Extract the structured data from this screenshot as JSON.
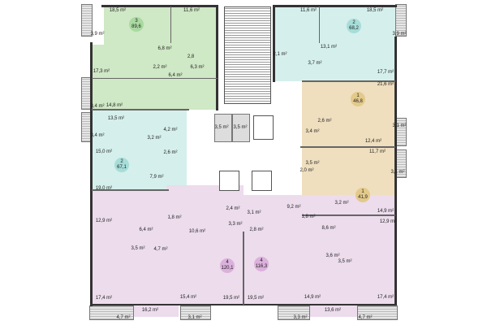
{
  "colors": {
    "apt3": "#cfe8c5",
    "apt2": "#d5efec",
    "apt1": "#efdfbf",
    "apt4": "#ecdcec",
    "wall": "#333333"
  },
  "apartments": [
    {
      "number": "3",
      "area": "89,6"
    },
    {
      "number": "2",
      "area": "67,1"
    },
    {
      "number": "2",
      "area": "68,2"
    },
    {
      "number": "1",
      "area": "46,8"
    },
    {
      "number": "1",
      "area": "41,9"
    },
    {
      "number": "4",
      "area": "120,1"
    },
    {
      "number": "4",
      "area": "116,3"
    }
  ],
  "labels": [
    "18,5 m²",
    "11,6 m²",
    "6,8 m²",
    "2,8",
    "2,2 m²",
    "6,3 m²",
    "6,4 m²",
    "17,3 m²",
    "14,8 m²",
    "3,9 m²",
    "3,4 m²",
    "13,5 m²",
    "3,4 m²",
    "4,2 m²",
    "3,2 m²",
    "2,6 m²",
    "15,0 m²",
    "7,9 m²",
    "19,0 m²",
    "3,5 m²",
    "3,5 m²",
    "11,6 m²",
    "18,5 m²",
    "3,9 m²",
    "13,1 m²",
    "2,1 m²",
    "3,7 m²",
    "17,7 m²",
    "21,6 m²",
    "3,1 m²",
    "2,6 m²",
    "3,4 m²",
    "12,4 m²",
    "11,7 m²",
    "3,5 m²",
    "2,0 m²",
    "3,1 m²",
    "3,2 m²",
    "14,9 m²",
    "12,9 m²",
    "6,4 m²",
    "1,8 m²",
    "2,4 m²",
    "3,3 m²",
    "10,6 m²",
    "3,5 m²",
    "4,7 m²",
    "17,4 m²",
    "15,4 m²",
    "19,5 m²",
    "16,2 m²",
    "4,7 m²",
    "3,1 m²",
    "9,2 m²",
    "3,1 m²",
    "1,8 m²",
    "2,8 m²",
    "8,6 m²",
    "12,9 m²",
    "3,6 m²",
    "3,5 m²",
    "19,5 m²",
    "14,9 m²",
    "17,4 m²",
    "13,6 m²",
    "3,3 m²",
    "4,7 m²"
  ]
}
